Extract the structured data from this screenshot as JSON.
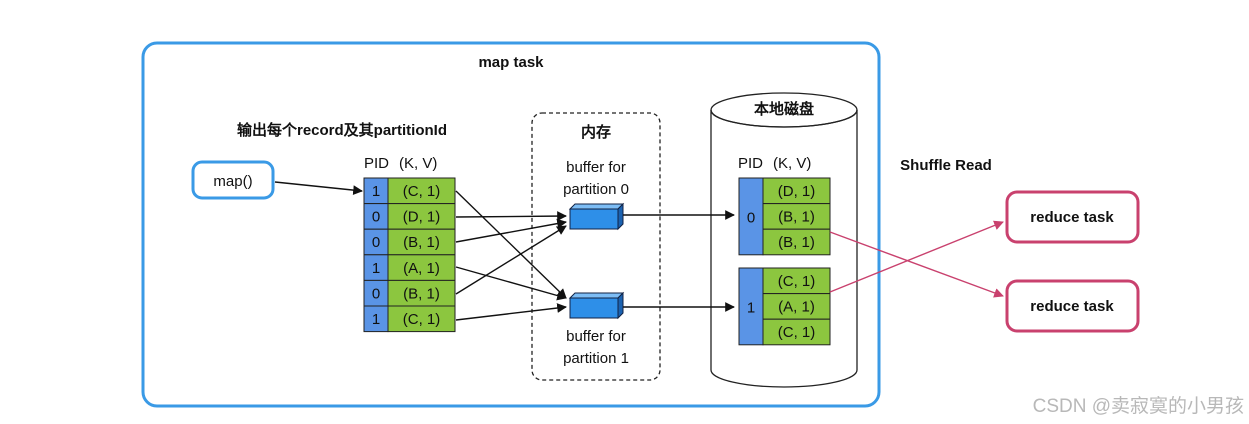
{
  "map_task": {
    "title": "map task",
    "output_label": "输出每个record及其partitionId",
    "map_fn": "map()",
    "table_header": {
      "pid": "PID",
      "kv": "(K, V)"
    },
    "records": [
      {
        "pid": "1",
        "kv": "(C, 1)"
      },
      {
        "pid": "0",
        "kv": "(D, 1)"
      },
      {
        "pid": "0",
        "kv": "(B, 1)"
      },
      {
        "pid": "1",
        "kv": "(A, 1)"
      },
      {
        "pid": "0",
        "kv": "(B, 1)"
      },
      {
        "pid": "1",
        "kv": "(C, 1)"
      }
    ]
  },
  "memory": {
    "title": "内存",
    "buffer0": "buffer for\npartition 0",
    "buffer1": "buffer for\npartition 1"
  },
  "disk": {
    "title": "本地磁盘",
    "table_header": {
      "pid": "PID",
      "kv": "(K, V)"
    },
    "partitions": [
      {
        "pid": "0",
        "records": [
          "(D, 1)",
          "(B, 1)",
          "(B, 1)"
        ]
      },
      {
        "pid": "1",
        "records": [
          "(C, 1)",
          "(A, 1)",
          "(C, 1)"
        ]
      }
    ]
  },
  "shuffle_read_label": "Shuffle Read",
  "reduce_tasks": [
    "reduce task",
    "reduce task"
  ],
  "watermark": "CSDN @卖寂寞的小男孩",
  "colors": {
    "map_task_border": "#3a9ae6",
    "pid_cell": "#5a94e6",
    "kv_cell": "#8cc63f",
    "buffer": "#2e8fe8",
    "reduce_border": "#c9416e",
    "arrow": "#111111"
  }
}
